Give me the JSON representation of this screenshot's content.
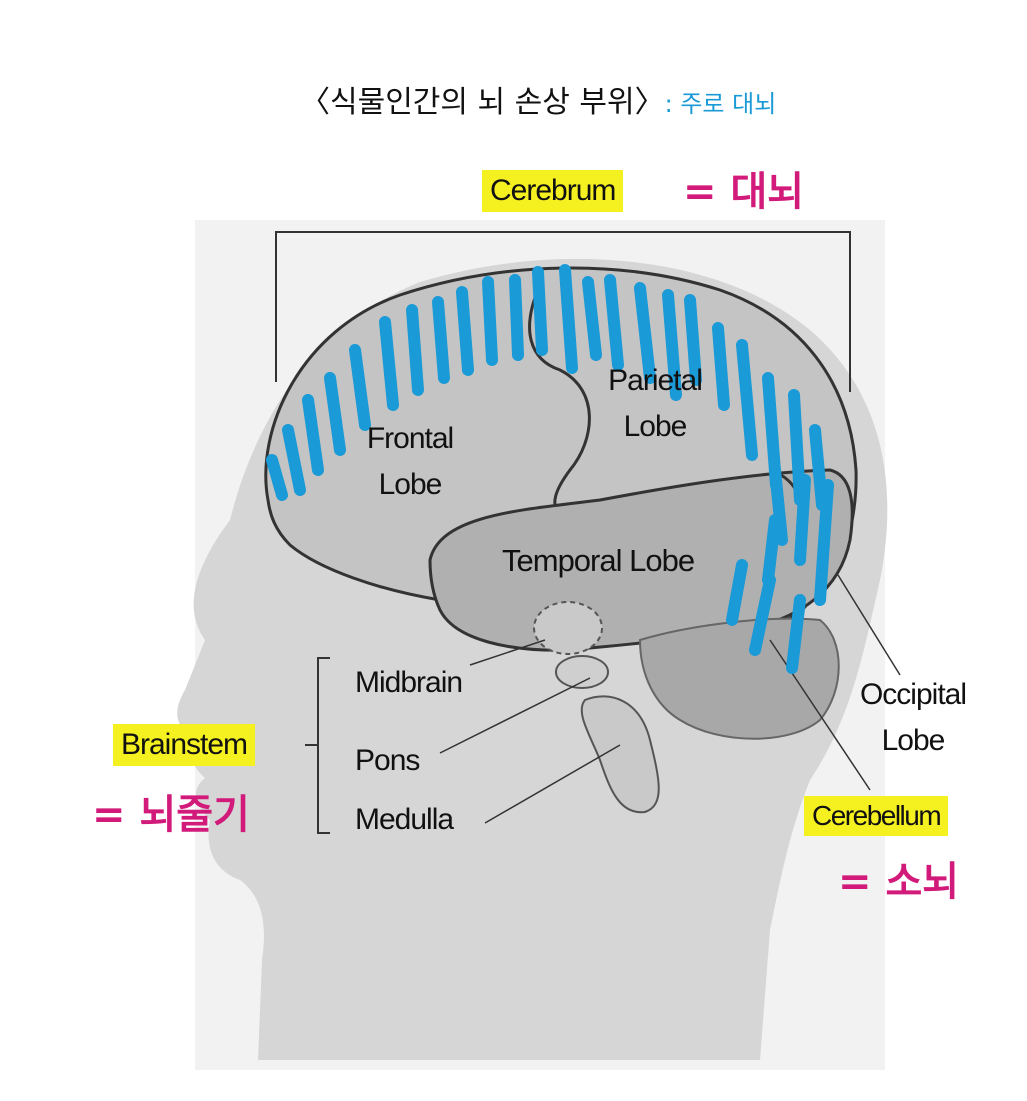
{
  "title": {
    "main": "〈식물인간의 뇌 손상 부위〉",
    "sub": ": 주로 대뇌"
  },
  "regions": {
    "cerebrum": "Cerebrum",
    "frontal_1": "Frontal",
    "frontal_2": "Lobe",
    "parietal_1": "Parietal",
    "parietal_2": "Lobe",
    "temporal": "Temporal Lobe",
    "midbrain": "Midbrain",
    "pons": "Pons",
    "medulla": "Medulla",
    "brainstem": "Brainstem",
    "occipital_1": "Occipital",
    "occipital_2": "Lobe",
    "cerebellum": "Cerebellum"
  },
  "annotations": {
    "cerebrum_ko": "= 대뇌",
    "brainstem_ko": "= 뇌줄기",
    "cerebellum_ko": "= 소뇌"
  },
  "colors": {
    "highlight": "#f5f020",
    "annotation": "#d11a7a",
    "marker": "#1a9ad6",
    "head": "#d6d6d6",
    "brain": "#bdbdbd"
  }
}
